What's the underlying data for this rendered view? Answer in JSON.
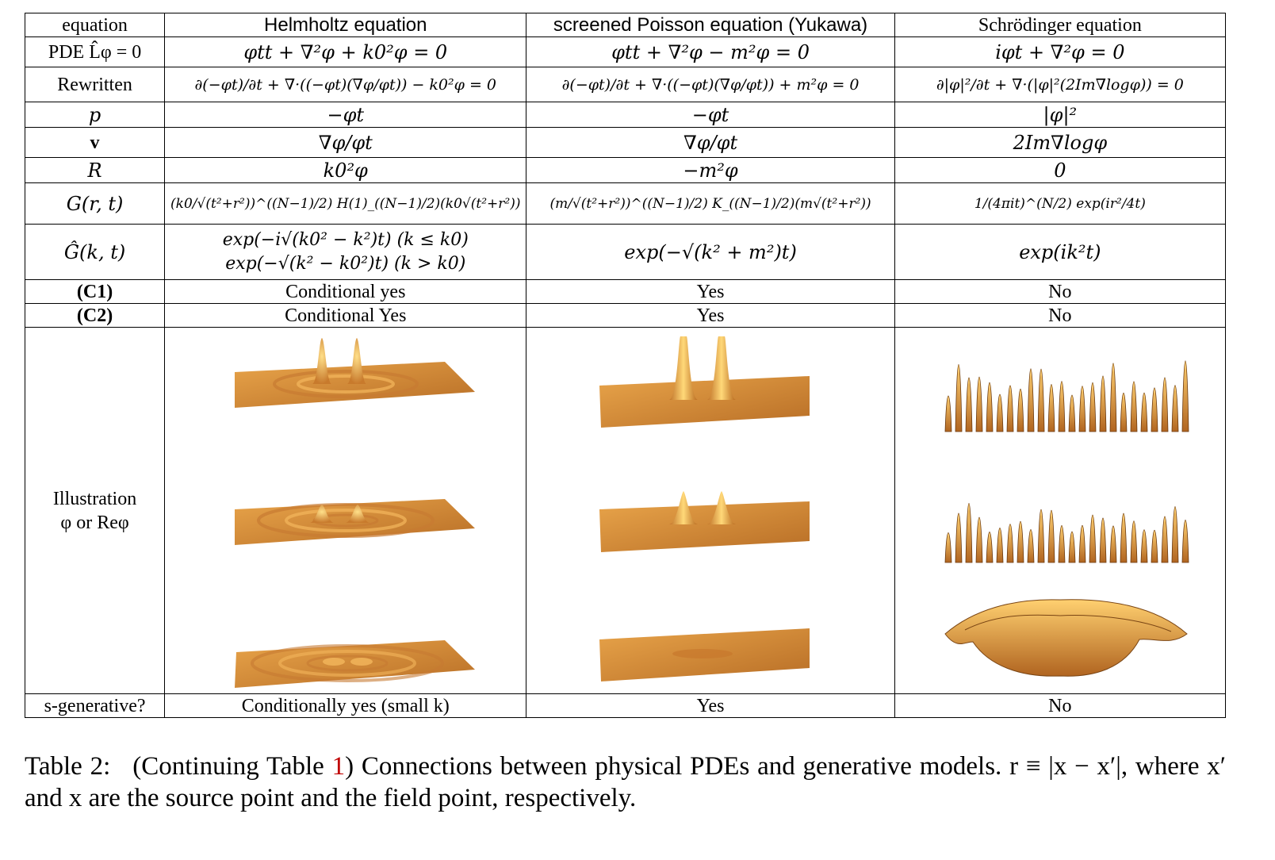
{
  "table": {
    "header": {
      "c0": "equation",
      "c1": "Helmholtz equation",
      "c2": "screened Poisson equation (Yukawa)",
      "c3": "Schrödinger equation"
    },
    "rows": {
      "pde": {
        "label": "PDE L̂φ = 0",
        "helmholtz": "φtt + ∇²φ + k0²φ = 0",
        "yukawa": "φtt + ∇²φ − m²φ = 0",
        "schrodinger": "iφt + ∇²φ = 0"
      },
      "rewritten": {
        "label": "Rewritten",
        "helmholtz": "∂(−φt)/∂t + ∇·((−φt)(∇φ/φt)) − k0²φ = 0",
        "yukawa": "∂(−φt)/∂t + ∇·((−φt)(∇φ/φt)) + m²φ = 0",
        "schrodinger": "∂|φ|²/∂t + ∇·(|φ|²(2Im∇logφ)) = 0"
      },
      "p": {
        "label": "p",
        "helmholtz": "−φt",
        "yukawa": "−φt",
        "schrodinger": "|φ|²"
      },
      "v": {
        "label": "v",
        "helmholtz": "∇φ/φt",
        "yukawa": "∇φ/φt",
        "schrodinger": "2Im∇logφ"
      },
      "R": {
        "label": "R",
        "helmholtz": "k0²φ",
        "yukawa": "−m²φ",
        "schrodinger": "0"
      },
      "G": {
        "label": "G(r, t)",
        "helmholtz": "(k0/√(t²+r²))^((N−1)/2) H(1)_((N−1)/2)(k0√(t²+r²))",
        "yukawa": "(m/√(t²+r²))^((N−1)/2) K_((N−1)/2)(m√(t²+r²))",
        "schrodinger": "1/(4πit)^(N/2) exp(ir²/4t)"
      },
      "Ghat": {
        "label": "Ĝ(k, t)",
        "helmholtz_line1": "exp(−i√(k0² − k²)t) (k ≤ k0)",
        "helmholtz_line2": "exp(−√(k² − k0²)t) (k > k0)",
        "yukawa": "exp(−√(k² + m²)t)",
        "schrodinger": "exp(ik²t)"
      },
      "c1": {
        "label": "(C1)",
        "helmholtz": "Conditional yes",
        "yukawa": "Yes",
        "schrodinger": "No"
      },
      "c2": {
        "label": "(C2)",
        "helmholtz": "Conditional Yes",
        "yukawa": "Yes",
        "schrodinger": "No"
      },
      "illustration": {
        "label_line1": "Illustration",
        "label_line2": "φ or Reφ"
      },
      "sgen": {
        "label": "s-generative?",
        "helmholtz": "Conditionally yes (small k)",
        "yukawa": "Yes",
        "schrodinger": "No"
      }
    }
  },
  "caption": {
    "label": "Table 2:",
    "pre_ref": "(Continuing Table ",
    "ref": "1",
    "post_ref": ") Connections between physical PDEs and generative models. r ≡ |x − x′|, where x′ and x are the source point and the field point, respectively."
  },
  "colors": {
    "surface_light": "#f0b454",
    "surface_mid": "#d8913a",
    "surface_dark": "#a86220",
    "ref_red": "#c00000"
  }
}
